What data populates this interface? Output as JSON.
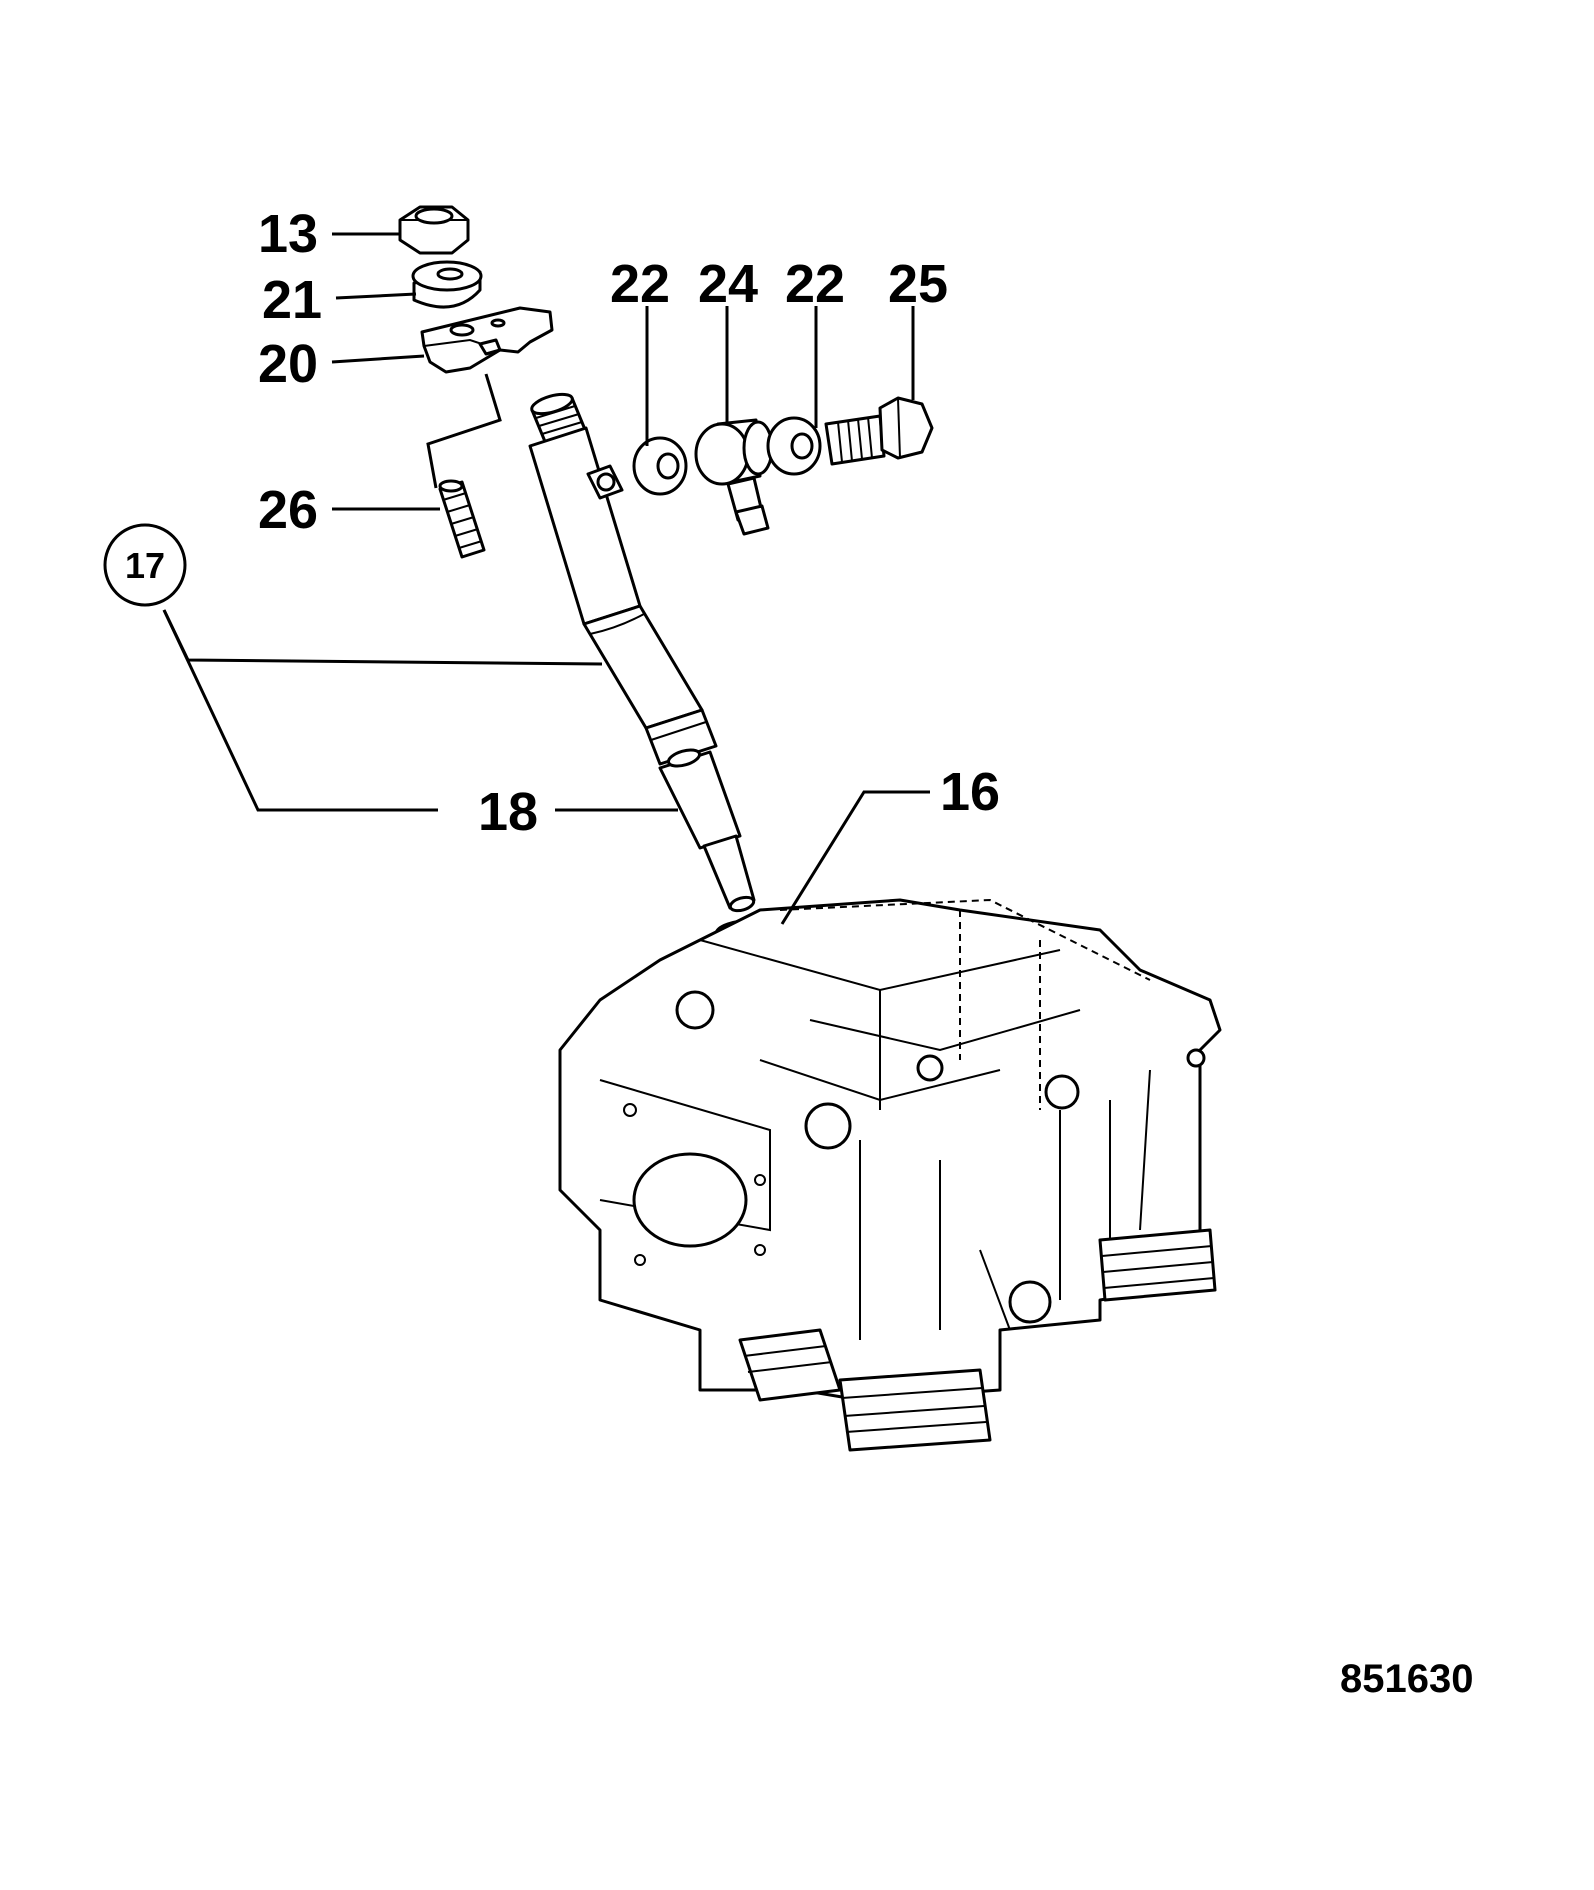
{
  "diagram": {
    "reference_number": "851630",
    "callouts": [
      {
        "id": "c13",
        "text": "13"
      },
      {
        "id": "c21",
        "text": "21"
      },
      {
        "id": "c20",
        "text": "20"
      },
      {
        "id": "c26",
        "text": "26"
      },
      {
        "id": "c22a",
        "text": "22"
      },
      {
        "id": "c24",
        "text": "24"
      },
      {
        "id": "c22b",
        "text": "22"
      },
      {
        "id": "c25",
        "text": "25"
      },
      {
        "id": "c17",
        "text": "17"
      },
      {
        "id": "c18",
        "text": "18"
      },
      {
        "id": "c16",
        "text": "16"
      }
    ]
  }
}
